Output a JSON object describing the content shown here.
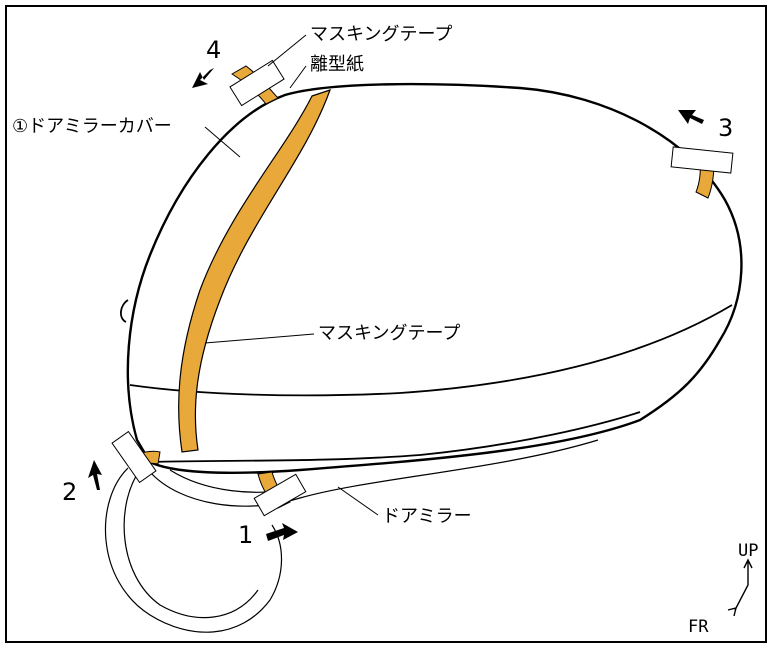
{
  "colors": {
    "tape": "#E8A93A",
    "outline": "#000000",
    "paper": "#FFFFFF"
  },
  "labels": {
    "masking_tape_top": "マスキングテープ",
    "release_paper": "離型紙",
    "door_mirror_cover": "①ドアミラーカバー",
    "masking_tape_center": "マスキングテープ",
    "door_mirror": "ドアミラー"
  },
  "steps": [
    "1",
    "2",
    "3",
    "4"
  ],
  "direction": {
    "up": "UP",
    "front": "FR"
  }
}
